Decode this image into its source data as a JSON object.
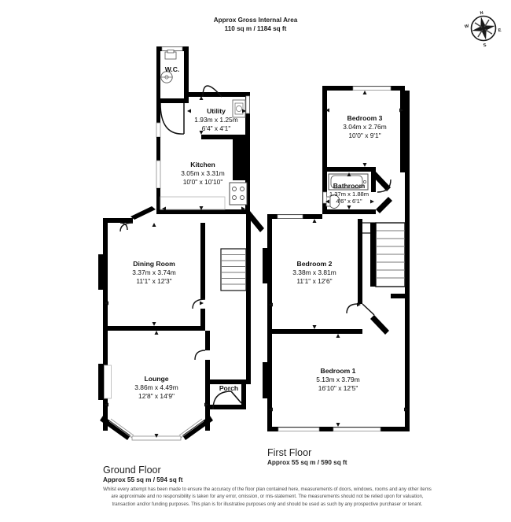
{
  "header": {
    "line1": "Approx Gross Internal Area",
    "line2": "110 sq m / 1184 sq ft"
  },
  "compass": {
    "name": "compass-rose",
    "north": "N",
    "south": "S",
    "east": "E",
    "west": "W"
  },
  "floors": [
    {
      "id": "ground",
      "title": "Ground Floor",
      "area": "Approx 55 sq m / 594 sq ft",
      "rooms": [
        {
          "name": "W.C.",
          "metric": "",
          "imperial": ""
        },
        {
          "name": "Utility",
          "metric": "1.93m x 1.25m",
          "imperial": "6'4\" x 4'1\""
        },
        {
          "name": "Kitchen",
          "metric": "3.05m x 3.31m",
          "imperial": "10'0\" x 10'10\""
        },
        {
          "name": "Dining Room",
          "metric": "3.37m x 3.74m",
          "imperial": "11'1\" x 12'3\""
        },
        {
          "name": "Lounge",
          "metric": "3.86m x 4.49m",
          "imperial": "12'8\" x 14'9\""
        },
        {
          "name": "Porch",
          "metric": "",
          "imperial": ""
        }
      ]
    },
    {
      "id": "first",
      "title": "First Floor",
      "area": "Approx 55 sq m / 590 sq ft",
      "rooms": [
        {
          "name": "Bedroom 3",
          "metric": "3.04m x 2.76m",
          "imperial": "10'0\" x 9'1\""
        },
        {
          "name": "Bathroom",
          "metric": "1.37m x 1.88m",
          "imperial": "4'6\" x 6'1\""
        },
        {
          "name": "Bedroom 2",
          "metric": "3.38m x 3.81m",
          "imperial": "11'1\" x 12'6\""
        },
        {
          "name": "Bedroom 1",
          "metric": "5.13m x 3.79m",
          "imperial": "16'10\" x 12'5\""
        }
      ]
    }
  ],
  "disclaimer": "Whilst every attempt has been made to ensure the accuracy of the floor plan contained here, measurements of doors, windows, rooms and any other items are approximate and no responsibility is taken for any error, omission, or mis-statement. The measurements should not be relied upon for valuation, transaction and/or funding purposes. This plan is for illustrative purposes only and should be used as such by any prospective purchaser or tenant.",
  "colors": {
    "wall": "#000000",
    "text": "#111111",
    "fixture": "#555555",
    "window": "#999999"
  }
}
